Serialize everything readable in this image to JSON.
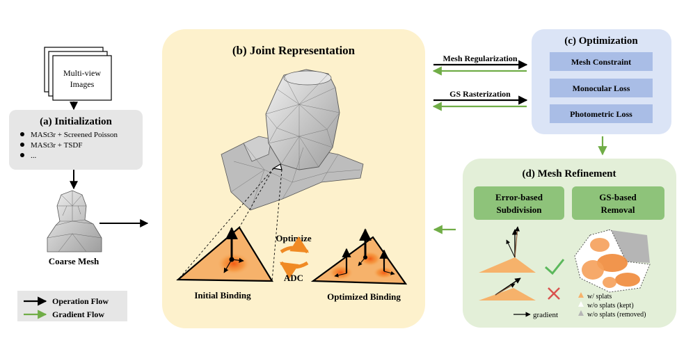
{
  "input": {
    "label_line1": "Multi-view",
    "label_line2": "Images"
  },
  "init": {
    "title": "(a) Initialization",
    "items": [
      "MASt3r + Screened Poisson",
      "MASt3r + TSDF",
      "..."
    ]
  },
  "coarse_mesh": {
    "label": "Coarse Mesh"
  },
  "legend": {
    "operation": "Operation Flow",
    "gradient": "Gradient Flow"
  },
  "joint": {
    "title": "(b) Joint Representation",
    "initial_label": "Initial Binding",
    "optimized_label": "Optimized Binding",
    "optimize_label": "Optimize",
    "adc_label": "ADC"
  },
  "flows": {
    "mesh_reg": "Mesh Regularization",
    "gs_raster": "GS Rasterization"
  },
  "optimization": {
    "title": "(c) Optimization",
    "items": [
      "Mesh Constraint",
      "Monocular Loss",
      "Photometric Loss"
    ]
  },
  "refinement": {
    "title": "(d) Mesh Refinement",
    "subdivision_line1": "Error-based",
    "subdivision_line2": "Subdivision",
    "removal_line1": "GS-based",
    "removal_line2": "Removal",
    "gradient_label": "gradient",
    "legend_splats": "w/   splats",
    "legend_kept": "w/o splats (kept)",
    "legend_removed": "w/o splats (removed)"
  },
  "colors": {
    "joint_bg": "#fdf1cc",
    "opt_bg": "#dbe4f6",
    "opt_item": "#a9bde6",
    "ref_bg": "#e3efd8",
    "ref_item": "#8ec37a",
    "init_bg": "#e6e6e6",
    "green_arrow": "#70ad47",
    "triangle_fill": "#f6b26b"
  }
}
